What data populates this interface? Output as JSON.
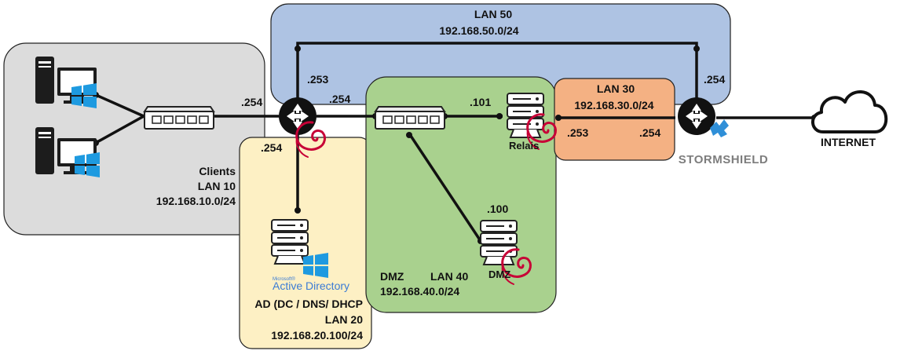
{
  "zones": {
    "lan50": {
      "title": "LAN 50",
      "subnet": "192.168.50.0/24"
    },
    "clients": {
      "name": "Clients",
      "lan": "LAN 10",
      "subnet": "192.168.10.0/24"
    },
    "ad": {
      "name": "AD (DC / DNS/ DHCP",
      "lan": "LAN 20",
      "subnet": "192.168.20.100/24"
    },
    "dmz": {
      "name": "DMZ",
      "lan": "LAN 40",
      "subnet": "192.168.40.0/24"
    },
    "lan30": {
      "title": "LAN 30",
      "subnet": "192.168.30.0/24"
    }
  },
  "addresses": {
    "router_left_clients": ".254",
    "router_left_lan50": ".253",
    "router_left_dmz": ".254",
    "router_left_ad": ".254",
    "relais_dmz": ".101",
    "relais_lan30": ".253",
    "firewall_lan30": ".254",
    "firewall_lan50": ".254",
    "dmz_server": ".100"
  },
  "nodes": {
    "relais": "Relais",
    "dmz_server": "DMZ",
    "internet": "INTERNET",
    "firewall_brand": "STORMSHIELD",
    "ad_logo_small": "Microsoft®",
    "ad_logo": "Active Directory"
  },
  "colors": {
    "lan50": "#aec3e3",
    "clients": "#dcdcdc",
    "ad": "#fdf0c4",
    "dmz": "#a9d18e",
    "lan30": "#f4b183",
    "windows": "#1e9ae0",
    "debian": "#c70036",
    "stormshield": "#2f8fd8"
  },
  "icons": [
    "windows-logo-icon",
    "desktop-computer-icon",
    "network-switch-icon",
    "router-icon",
    "server-icon",
    "debian-swirl-icon",
    "cloud-icon",
    "stormshield-logo-icon"
  ]
}
